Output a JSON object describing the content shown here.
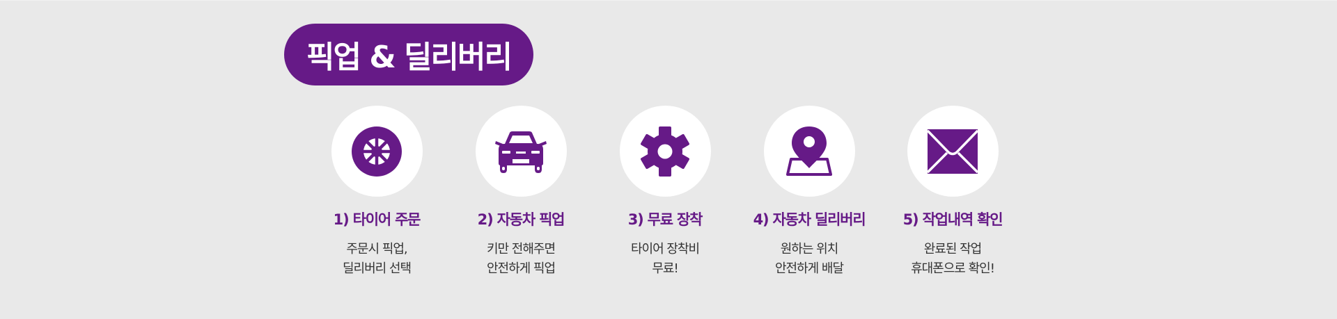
{
  "header": {
    "title": "픽업 & 딜리버리"
  },
  "colors": {
    "background": "#e9e9e9",
    "accent": "#661a87",
    "icon_bg": "#ffffff",
    "body_text": "#333333"
  },
  "steps": [
    {
      "icon": "wheel-icon",
      "title": "1) 타이어 주문",
      "desc_lines": [
        "주문시 픽업,",
        "딜리버리 선택"
      ]
    },
    {
      "icon": "car-icon",
      "title": "2) 자동차 픽업",
      "desc_lines": [
        "키만 전해주면",
        "안전하게 픽업"
      ]
    },
    {
      "icon": "gear-icon",
      "title": "3) 무료 장착",
      "desc_lines": [
        "타이어 장착비",
        "무료!"
      ]
    },
    {
      "icon": "map-pin-icon",
      "title": "4) 자동차 딜리버리",
      "desc_lines": [
        "원하는 위치",
        "안전하게 배달"
      ]
    },
    {
      "icon": "envelope-icon",
      "title": "5) 작업내역 확인",
      "desc_lines": [
        "완료된 작업",
        "휴대폰으로 확인!"
      ]
    }
  ]
}
